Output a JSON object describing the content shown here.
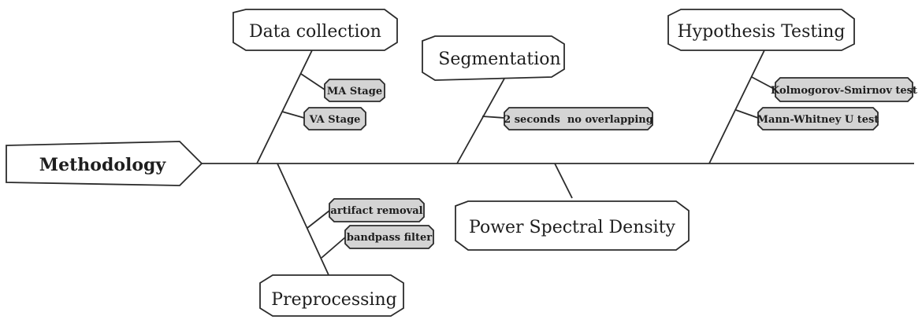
{
  "head": {
    "label": "Methodology"
  },
  "categories": {
    "data_collection": {
      "label": "Data collection",
      "items": [
        "MA Stage",
        "VA Stage"
      ]
    },
    "segmentation": {
      "label": "Segmentation",
      "items": [
        "2 seconds  no overlapping"
      ]
    },
    "hypothesis_testing": {
      "label": "Hypothesis Testing",
      "items": [
        "Kolmogorov-Smirnov test",
        "Mann-Whitney U test"
      ]
    },
    "preprocessing": {
      "label": "Preprocessing",
      "items": [
        "artifact removal",
        "bandpass filter"
      ]
    },
    "psd": {
      "label": "Power Spectral Density",
      "items": []
    }
  }
}
